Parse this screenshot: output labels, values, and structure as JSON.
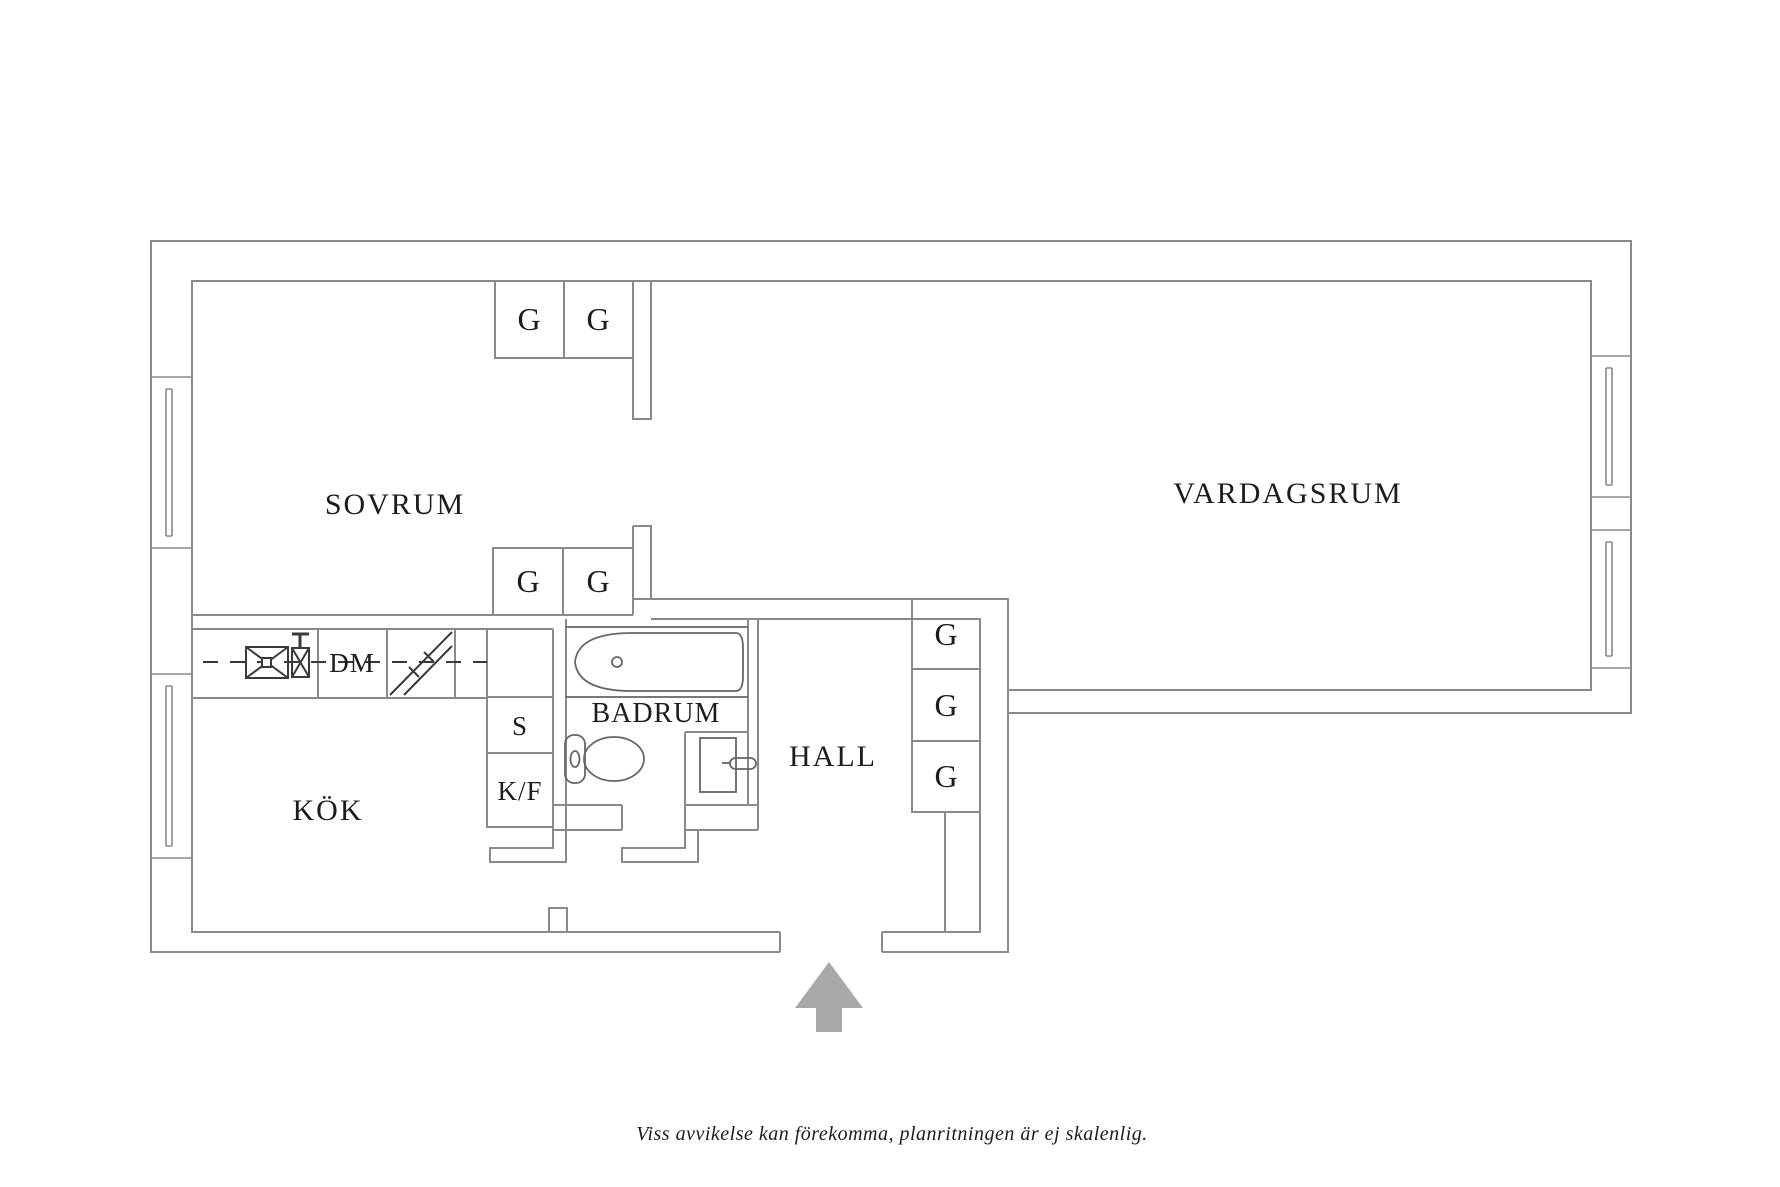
{
  "plan": {
    "rooms": {
      "bedroom": "SOVRUM",
      "living_room": "VARDAGSRUM",
      "kitchen": "KÖK",
      "bathroom": "BADRUM",
      "hall": "HALL"
    },
    "appliances": {
      "dishwasher": "DM",
      "pantry_cabinet": "S",
      "fridge_freezer": "K/F"
    },
    "wardrobe": {
      "label": "G"
    },
    "caption": "Viss avvikelse kan förekomma, planritningen är ej skalenlig.",
    "colors": {
      "background": "#ffffff",
      "wall": "#8a8a8a",
      "fixture": "#3a3a3a",
      "bath_fixture": "#666666",
      "text": "#1c1c1c",
      "arrow": "#a9a9a9"
    }
  }
}
